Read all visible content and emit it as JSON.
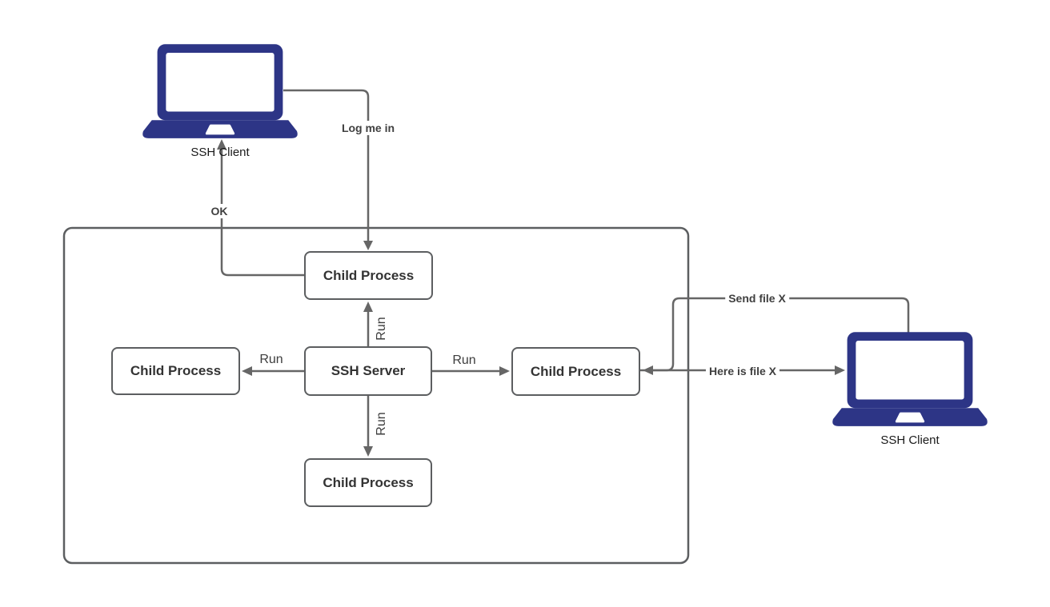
{
  "diagram": {
    "nodes": {
      "client_left": {
        "label": "SSH Client"
      },
      "client_right": {
        "label": "SSH Client"
      },
      "server": {
        "label": "SSH Server"
      },
      "child_top": {
        "label": "Child Process"
      },
      "child_left": {
        "label": "Child Process"
      },
      "child_right": {
        "label": "Child Process"
      },
      "child_bottom": {
        "label": "Child Process"
      }
    },
    "edges": {
      "log_me_in": {
        "label": "Log me in"
      },
      "ok": {
        "label": "OK"
      },
      "run_top": {
        "label": "Run"
      },
      "run_left": {
        "label": "Run"
      },
      "run_right": {
        "label": "Run"
      },
      "run_bottom": {
        "label": "Run"
      },
      "send_file": {
        "label": "Send file X"
      },
      "here_is_file": {
        "label": "Here is file X"
      }
    },
    "colors": {
      "laptop": "#2d3586",
      "line": "#666666",
      "border": "#5c5e60",
      "node_text": "#333333",
      "label_text": "#404040",
      "background": "#ffffff"
    }
  }
}
